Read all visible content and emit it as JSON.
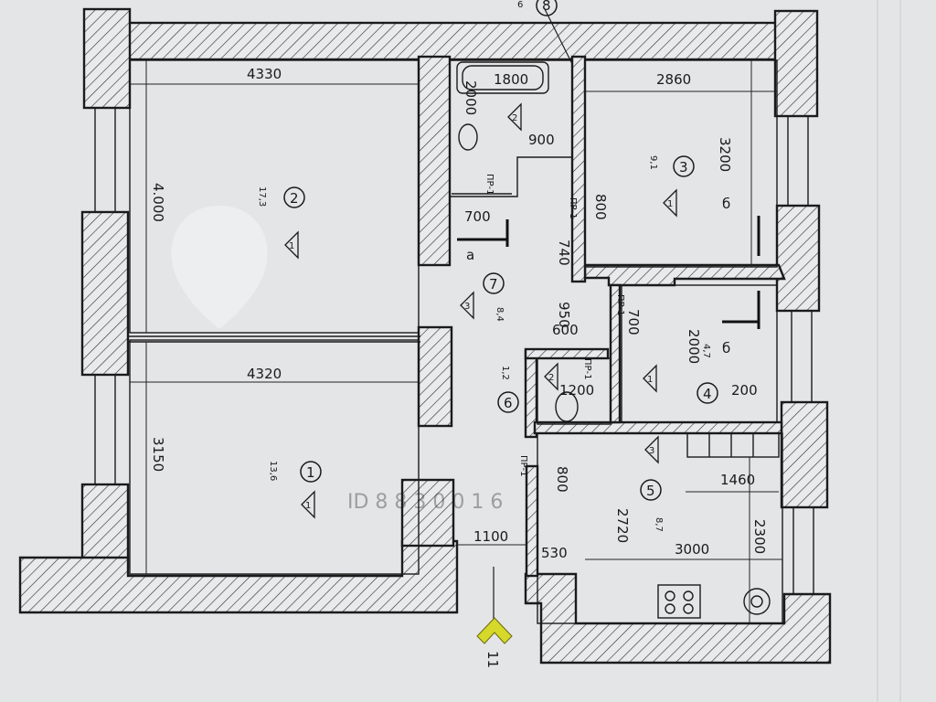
{
  "colors": {
    "paper": "#e4e5e7",
    "ink": "#1b1b1b",
    "entry_arrow": "#d6d82a",
    "watermark": "#ffffff"
  },
  "top_mark": {
    "circled": "8",
    "side_text": "6"
  },
  "entry_mark": "11",
  "watermark": {
    "id_text": "ID 8 8 3 0 0 1 6"
  },
  "rooms": [
    {
      "number": "1",
      "area": "13,6",
      "class": "1"
    },
    {
      "number": "2",
      "area": "17,3",
      "class": "1"
    },
    {
      "number": "3",
      "area": "9,1",
      "class": "1"
    },
    {
      "number": "4",
      "area": "4,7",
      "class": "1"
    },
    {
      "number": "5",
      "area": "8,7",
      "class": "3"
    },
    {
      "number": "6",
      "area": "1,2",
      "class": "2"
    },
    {
      "number": "7",
      "area": "8,4",
      "class": "3"
    }
  ],
  "bath": {
    "class": "2"
  },
  "dimensions": {
    "r2_width": "4330",
    "r2_height": "4.000",
    "r1_width": "4320",
    "r1_height": "3150",
    "bath_width": "1800",
    "bath_height": "2000",
    "bath_small": "900",
    "corridor_a": "700",
    "corridor_b": "740",
    "corridor_c": "950",
    "corridor_d": "600",
    "corridor_e": "1100",
    "corridor_f": "530",
    "r3_width": "2860",
    "r3_height": "3200",
    "r3_door": "800",
    "r4_height": "2000",
    "r4_door": "700",
    "r4_small": "200",
    "r6_width": "1200",
    "r5_width": "3000",
    "r5_height": "2720",
    "r5_door": "800",
    "r5_counter": "1460",
    "r5_right": "2300"
  },
  "openings": {
    "pr": "ПР-1",
    "section_a": "а",
    "section_b": "б"
  }
}
